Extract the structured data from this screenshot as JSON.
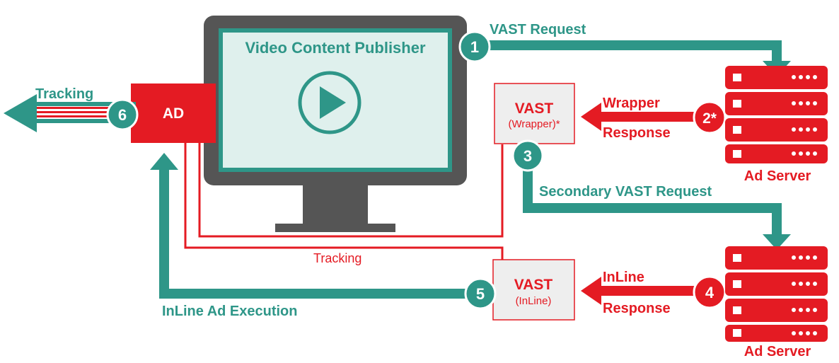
{
  "publisher": {
    "title": "Video Content Publisher"
  },
  "ad": {
    "label": "AD"
  },
  "steps": {
    "s1": {
      "num": "1",
      "label": "VAST Request"
    },
    "s2": {
      "num": "2*",
      "label_line1": "Wrapper",
      "label_line2": "Response"
    },
    "s3": {
      "num": "3",
      "label": "Secondary VAST Request"
    },
    "s4": {
      "num": "4",
      "label_line1": "InLine",
      "label_line2": "Response"
    },
    "s5": {
      "num": "5",
      "label": "InLine Ad Execution"
    },
    "s6": {
      "num": "6",
      "label": "Tracking"
    }
  },
  "vast_wrapper": {
    "title": "VAST",
    "subtitle": "(Wrapper)*"
  },
  "vast_inline": {
    "title": "VAST",
    "subtitle": "(InLine)"
  },
  "servers": {
    "top_label": "Ad Server",
    "bottom_label": "Ad Server"
  },
  "tracking_line_label": "Tracking",
  "colors": {
    "teal": "#2e9688",
    "red": "#e41b23",
    "monitor": "#555555",
    "box_fill": "#eeeeee"
  }
}
